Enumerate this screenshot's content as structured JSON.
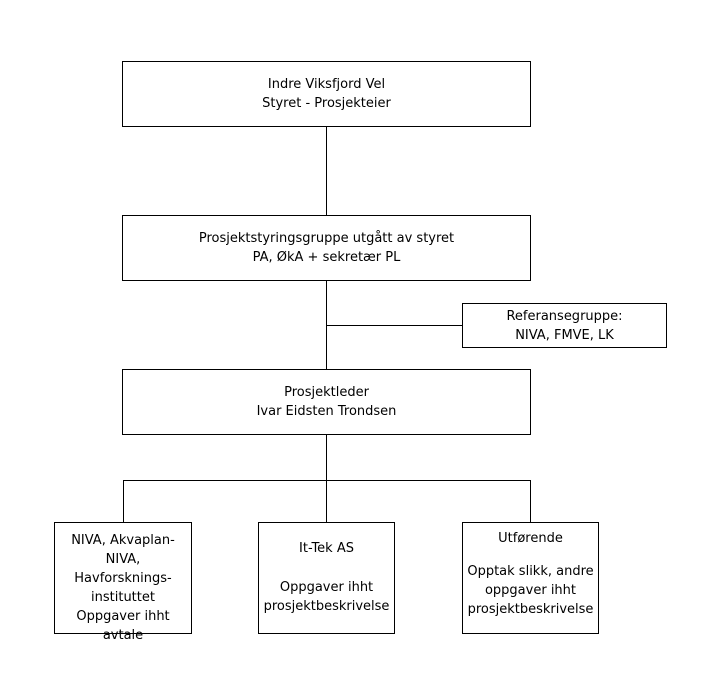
{
  "nodes": {
    "owner": {
      "line1": "Indre Viksfjord Vel",
      "line2": "Styret - Prosjekteier"
    },
    "steering": {
      "line1": "Prosjektstyringsgruppe utgått av styret",
      "line2": "PA, ØkA + sekretær PL"
    },
    "reference": {
      "line1": "Referansegruppe:",
      "line2": "NIVA, FMVE, LK"
    },
    "leader": {
      "line1": "Prosjektleder",
      "line2": "Ivar Eidsten Trondsen"
    },
    "niva": {
      "line1": "NIVA, Akvaplan-",
      "line2": "NIVA, Havforsknings-",
      "line3": "instituttet",
      "line4": "Oppgaver ihht avtale"
    },
    "ittek": {
      "line1": "It-Tek AS",
      "line2": "Oppgaver ihht",
      "line3": "prosjektbeskrivelse"
    },
    "executor": {
      "line1": "Utførende",
      "line2": "Opptak slikk, andre",
      "line3": "oppgaver ihht",
      "line4": "prosjektbeskrivelse"
    }
  }
}
